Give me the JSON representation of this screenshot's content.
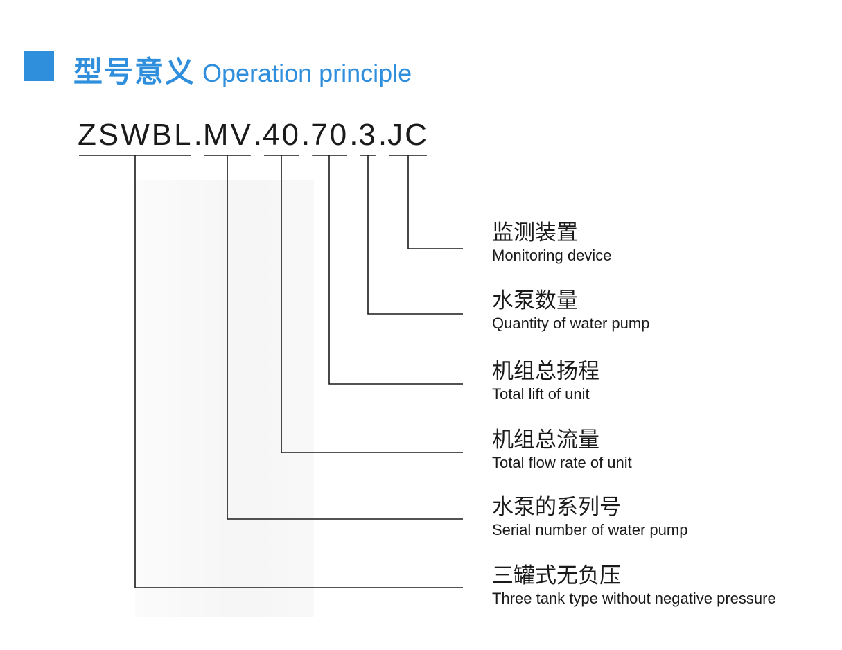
{
  "header": {
    "title_cn": "型号意义",
    "title_en": "Operation principle",
    "accent": "#2f8fdd"
  },
  "model_code": {
    "segments": [
      "ZSWBL",
      "MV",
      "40",
      "70",
      "3",
      "JC"
    ],
    "separator": "."
  },
  "labels": [
    {
      "cn": "监测装置",
      "en": "Monitoring device"
    },
    {
      "cn": "水泵数量",
      "en": "Quantity of water pump"
    },
    {
      "cn": "机组总扬程",
      "en": "Total lift of unit"
    },
    {
      "cn": "机组总流量",
      "en": "Total flow rate of unit"
    },
    {
      "cn": "水泵的系列号",
      "en": "Serial number of water pump"
    },
    {
      "cn": "三罐式无负压",
      "en": "Three tank type without negative pressure"
    }
  ]
}
